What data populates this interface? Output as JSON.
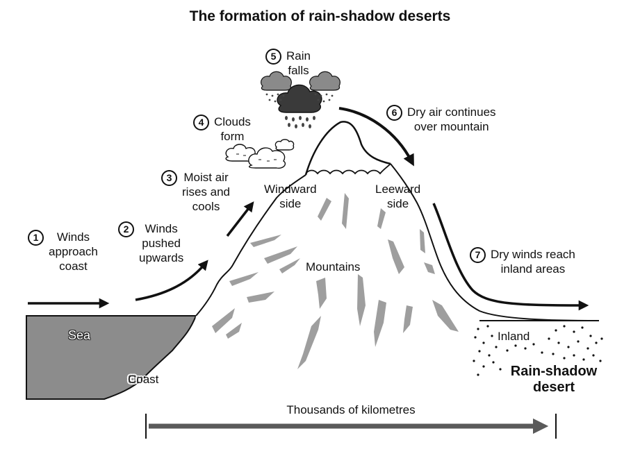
{
  "title": "The formation of rain-shadow deserts",
  "steps": [
    {
      "num": "1",
      "line1": "Winds",
      "line2": "approach",
      "line3": "coast"
    },
    {
      "num": "2",
      "line1": "Winds",
      "line2": "pushed",
      "line3": "upwards"
    },
    {
      "num": "3",
      "line1": "Moist air",
      "line2": "rises and",
      "line3": "cools"
    },
    {
      "num": "4",
      "line1": "Clouds",
      "line2": "form"
    },
    {
      "num": "5",
      "line1": "Rain",
      "line2": "falls"
    },
    {
      "num": "6",
      "line1": "Dry air continues",
      "line2": "over mountain"
    },
    {
      "num": "7",
      "line1": "Dry winds reach",
      "line2": "inland areas"
    }
  ],
  "labels": {
    "windward_1": "Windward",
    "windward_2": "side",
    "leeward_1": "Leeward",
    "leeward_2": "side",
    "mountains": "Mountains",
    "sea": "Sea",
    "coast": "Coast",
    "inland": "Inland",
    "desert_1": "Rain-shadow",
    "desert_2": "desert",
    "distance": "Thousands of kilometres"
  }
}
